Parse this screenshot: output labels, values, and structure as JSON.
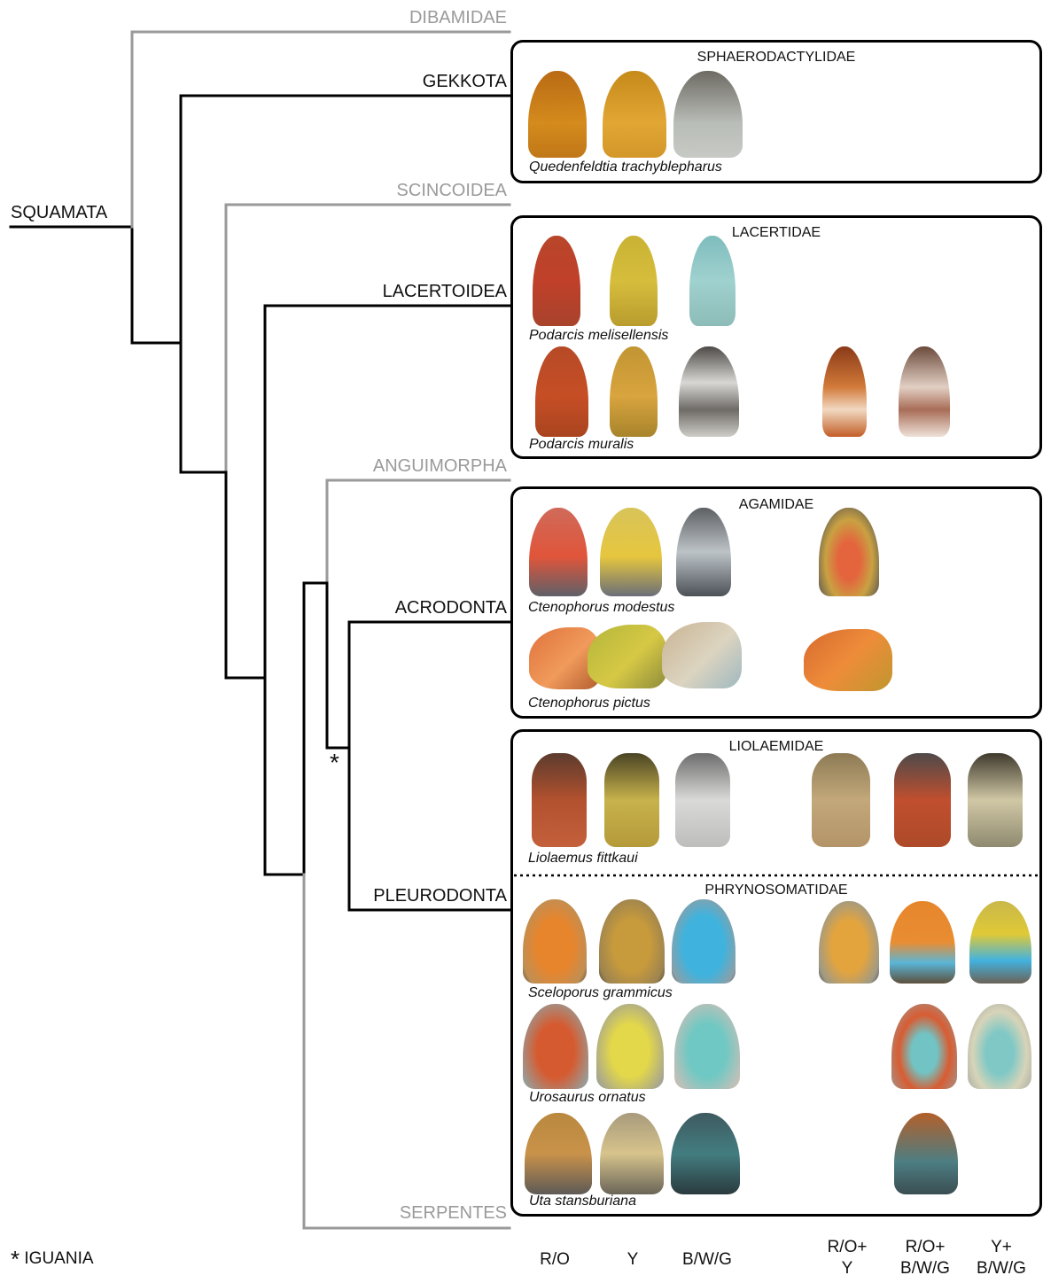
{
  "root": "SQUAMATA",
  "clades": {
    "gekkota": "GEKKOTA",
    "lacertoidea": "LACERTOIDEA",
    "acrodonta": "ACRODONTA",
    "pleurodonta": "PLEURODONTA"
  },
  "outgroups": {
    "dibamidae": "DIBAMIDAE",
    "scincoidea": "SCINCOIDEA",
    "anguimorpha": "ANGUIMORPHA",
    "serpentes": "SERPENTES"
  },
  "node_marker": "*",
  "footnote": {
    "symbol": "*",
    "text": "IGUANIA"
  },
  "families": {
    "sphaerodactylidae": "SPHAERODACTYLIDAE",
    "lacertidae": "LACERTIDAE",
    "agamidae": "AGAMIDAE",
    "liolaemidae": "LIOLAEMIDAE",
    "phrynosomatidae": "PHRYNOSOMATIDAE"
  },
  "species": {
    "quedenfeldtia": "Quedenfeldtia trachyblepharus",
    "podarcis_melisellensis": "Podarcis melisellensis",
    "podarcis_muralis": "Podarcis muralis",
    "ctenophorus_modestus": "Ctenophorus modestus",
    "ctenophorus_pictus": "Ctenophorus pictus",
    "liolaemus": "Liolaemus fittkaui",
    "sceloporus": "Sceloporus grammicus",
    "urosaurus": "Urosaurus ornatus",
    "uta": "Uta stansburiana"
  },
  "morph_legend": {
    "ro": "R/O",
    "y": "Y",
    "bwg": "B/W/G",
    "ro_y_top": "R/O+",
    "ro_y_bottom": "Y",
    "ro_bwg_top": "R/O+",
    "ro_bwg_bottom": "B/W/G",
    "y_bwg_top": "Y+",
    "y_bwg_bottom": "B/W/G"
  },
  "colors": {
    "branch": "#000000",
    "outgroup_branch": "#9a9a9a",
    "red_orange": "#d4622a",
    "yellow": "#d9b23a",
    "blue_white_grey": "#8fc3cf"
  }
}
